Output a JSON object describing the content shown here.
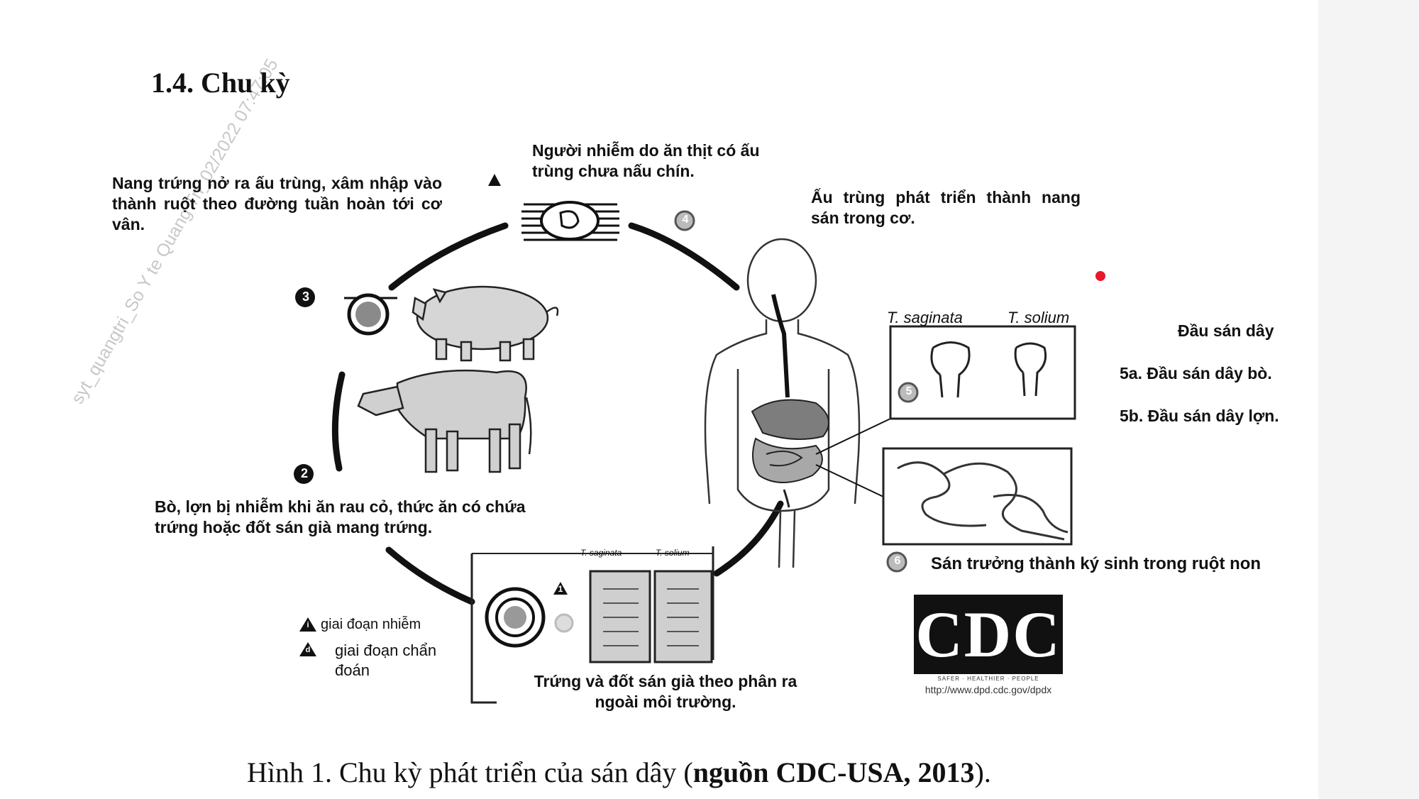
{
  "heading": "1.4. Chu kỳ",
  "watermark": "syt_quangtri_So Y te Quang Tri_02/2022 07:47:05",
  "stages": {
    "s1": {
      "marker": "",
      "text": "Trứng và đốt sán già theo phân ra ngoài môi trường."
    },
    "s2": {
      "marker": "2",
      "text": "Bò, lợn bị nhiễm khi ăn rau cỏ, thức ăn có chứa trứng hoặc đốt sán già mang trứng."
    },
    "s3": {
      "marker": "3",
      "text": "Nang trứng nở ra ấu trùng, xâm nhập vào thành ruột theo đường tuần hoàn tới cơ vân."
    },
    "s4": {
      "marker": "4",
      "text": "Người nhiễm do ăn thịt có ấu trùng chưa nấu chín."
    },
    "s4b": {
      "text": "Ấu trùng phát triển thành nang sán trong cơ."
    },
    "s5": {
      "marker": "5",
      "species_1": "T. saginata",
      "species_2": "T. solium"
    },
    "s6": {
      "marker": "6",
      "text": "Sán trưởng thành ký sinh trong ruột non"
    }
  },
  "head_labels": {
    "title": "Đầu sán dây",
    "a": "5a. Đầu sán dây bò.",
    "b": "5b. Đầu sán dây lợn."
  },
  "egg_box": {
    "species_1": "T. saginata",
    "species_2": "T. solium",
    "marker": "1"
  },
  "legend": {
    "infective": "giai đoạn nhiễm",
    "diagnostic": "giai đoạn chẩn đoán",
    "infective_symbol": "i",
    "diagnostic_symbol": "d"
  },
  "logo": {
    "text": "CDC",
    "tagline": "SAFER · HEALTHIER · PEOPLE",
    "url": "http://www.dpd.cdc.gov/dpdx"
  },
  "caption": {
    "prefix": "Hình 1. Chu kỳ phát triển của  sán dây (",
    "bold": "nguồn CDC-USA, 2013",
    "suffix": ")."
  },
  "colors": {
    "ink": "#111111",
    "red_dot": "#e8182a",
    "organ_fill": "#9a9a9a"
  }
}
